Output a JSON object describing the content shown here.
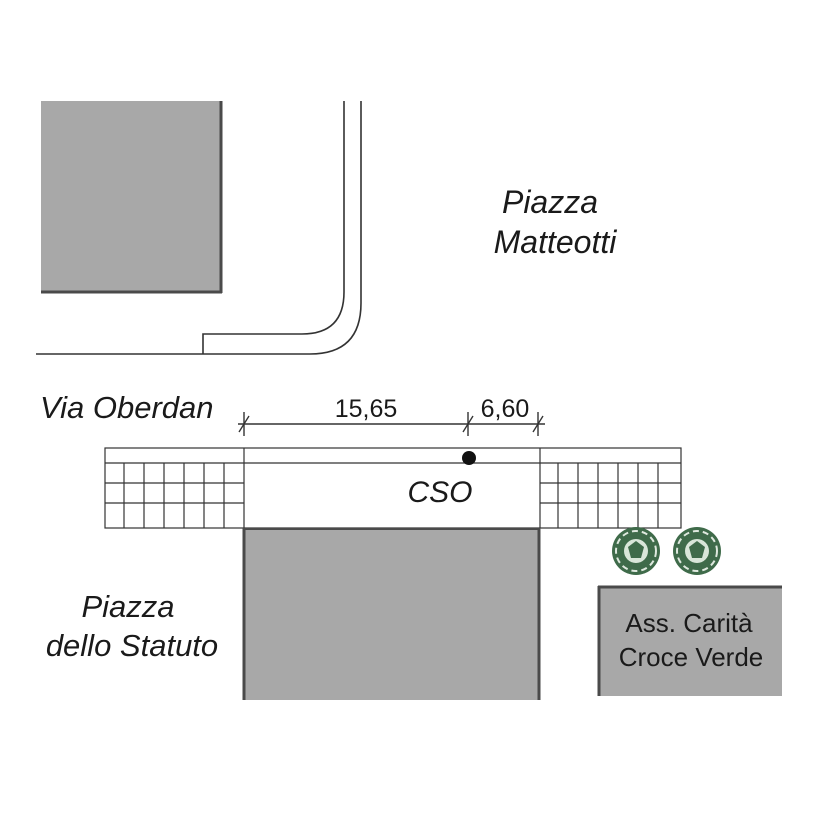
{
  "labels": {
    "square_north_line1": "Piazza",
    "square_north_line2": "Matteotti",
    "street": "Via Oberdan",
    "square_south_line1": "Piazza",
    "square_south_line2": "dello Statuto",
    "station": "CSO",
    "building_line1": "Ass. Carità",
    "building_line2": "Croce Verde"
  },
  "dimensions": {
    "left_span": "15,65",
    "right_span": "6,60"
  },
  "colors": {
    "building_fill": "#a8a8a8",
    "building_edge": "#4a4a4a",
    "line": "#333333",
    "tree": "#3f6b4a"
  }
}
